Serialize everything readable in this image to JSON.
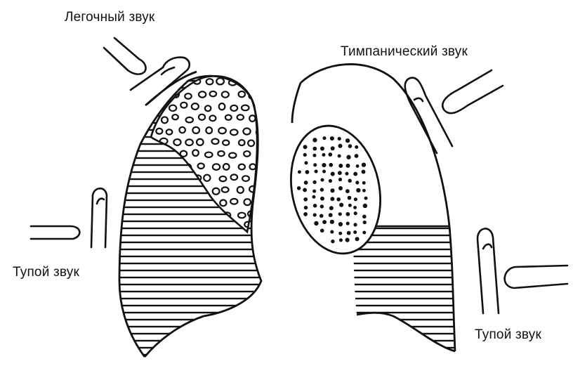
{
  "labels": {
    "pulmonary_sound": "Легочный звук",
    "tympanic_sound": "Тимпанический звук",
    "dull_sound_left": "Тупой звук",
    "dull_sound_right": "Тупой звук"
  },
  "colors": {
    "ink": "#111111",
    "background": "#ffffff"
  }
}
